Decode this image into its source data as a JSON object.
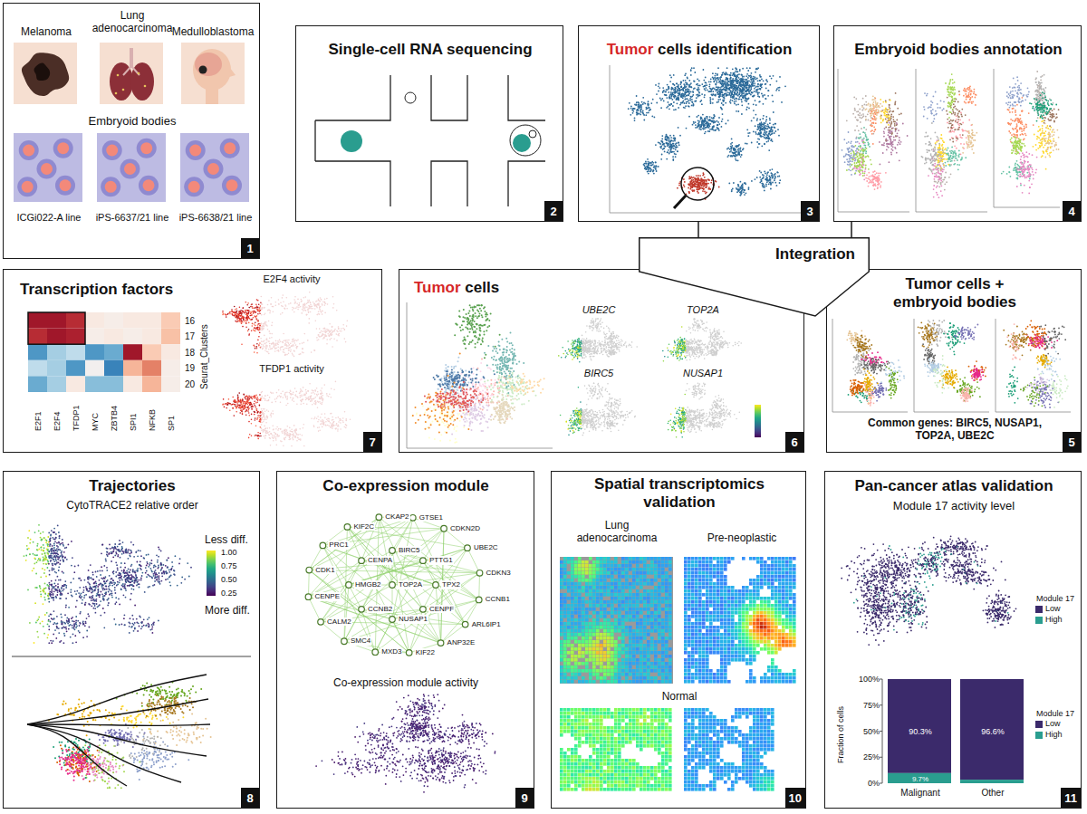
{
  "diagram": {
    "nodes": [
      {
        "text": [
          "Melanoma",
          "Lung adenocarcinoma",
          "Medulloblastoma",
          "Embryoid bodies",
          "ICGi022-A line",
          "iPS-6637/21 line",
          "iPS-6638/21 line"
        ]
      },
      {
        "text": [
          "1"
        ],
        "in": 0
      },
      {
        "text": [
          "Single-cell RNA sequencing"
        ]
      },
      {
        "text": [
          "2"
        ],
        "in": 2
      },
      {
        "text": [
          "Tumor cells identification"
        ]
      },
      {
        "text": [
          "3"
        ],
        "in": 4
      },
      {
        "text": [
          "Embryoid bodies annotation"
        ]
      },
      {
        "text": [
          "4"
        ],
        "in": 6
      },
      {
        "text": [
          "Integration"
        ]
      },
      {
        "text": [
          "Transcription factors",
          "E2F1",
          "E2F4",
          "TFDP1",
          "MYC",
          "ZBTB4",
          "SPI1",
          "NFKB",
          "SP1",
          "16",
          "17",
          "18",
          "19",
          "20",
          "Seurat_Clusters",
          "E2F4 activity",
          "TFDP1 activity"
        ]
      },
      {
        "text": [
          "7"
        ],
        "in": 9
      },
      {
        "text": [
          "Tumor cells",
          "UBE2C",
          "TOP2A",
          "BIRC5",
          "NUSAP1"
        ]
      },
      {
        "text": [
          "6"
        ],
        "in": 11
      },
      {
        "text": [
          "Tumor cells + embryoid bodies",
          "Common genes: BIRC5, NUSAP1, TOP2A, UBE2C"
        ]
      },
      {
        "text": [
          "5"
        ],
        "in": 13
      },
      {
        "text": [
          "Trajectories",
          "CytoTRACE2 relative order",
          "Less diff.",
          "1.00",
          "0.75",
          "0.50",
          "0.25",
          "More diff."
        ]
      },
      {
        "text": [
          "8"
        ],
        "in": 15
      },
      {
        "text": [
          "Co-expression module",
          "CKAP2",
          "GTSE1",
          "CDKN2D",
          "UBE2C",
          "CDKN3",
          "CCNB1",
          "ARL6IP1",
          "ANP32E",
          "KIF22",
          "MXD3",
          "SMC4",
          "CALM2",
          "CENPE",
          "CDK1",
          "PRC1",
          "KIF2C",
          "TOP2A",
          "BIRC5",
          "PTTG1",
          "TPX2",
          "CENPF",
          "NUSAP1",
          "CCNB2",
          "HMGB2",
          "CENPA",
          "Co-expression module activity"
        ]
      },
      {
        "text": [
          "9"
        ],
        "in": 17
      },
      {
        "text": [
          "Spatial transcriptomics validation",
          "Lung adenocarcinoma",
          "Pre-neoplastic",
          "Normal"
        ]
      },
      {
        "text": [
          "10"
        ],
        "in": 19
      },
      {
        "text": [
          "Pan-cancer atlas validation",
          "Module 17 activity level",
          "Module 17",
          "Module 17",
          "100%",
          "75%",
          "50%",
          "25%",
          "0%",
          "Fraction of cells",
          "90.3%",
          "9.7%",
          "96.6%",
          "Malignant",
          "Other"
        ]
      },
      {
        "text": [
          "11"
        ],
        "in": 21
      }
    ],
    "edges": [
      {
        "from": 4,
        "to": 8,
        "arrow": "none"
      },
      {
        "from": 6,
        "to": 8,
        "arrow": "none"
      }
    ],
    "legend": [
      {
        "text": "Low",
        "color": "#3b2a6b"
      },
      {
        "text": "High",
        "color": "#2a9d8f"
      },
      {
        "text": "Low",
        "color": "#3b2a6b"
      },
      {
        "text": "High",
        "color": "#2a9d8f"
      }
    ]
  }
}
